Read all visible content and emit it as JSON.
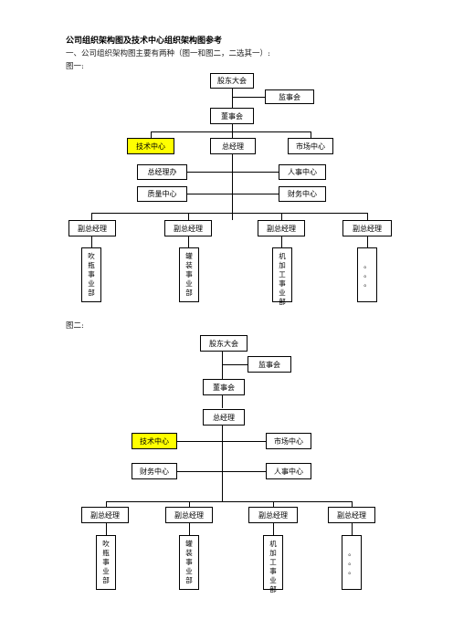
{
  "doc": {
    "title": "公司组织架构图及技术中心组织架构图参考",
    "intro": "一、公司组织架构图主要有两种（图一和图二，二选其一）:",
    "fig1_label": "图一:",
    "fig2_label": "图二:"
  },
  "fig1": {
    "shareholders": "股东大会",
    "supervisors": "监事会",
    "board": "董事会",
    "tech_center": "技术中心",
    "gm": "总经理",
    "market_center": "市场中心",
    "gm_office": "总经理办",
    "hr_center": "人事中心",
    "quality_center": "质量中心",
    "finance_center": "财务中心",
    "vice_gm": [
      "副总经理",
      "副总经理",
      "副总经理",
      "副总经理"
    ],
    "divisions": [
      [
        "吹",
        "瓶",
        "事",
        "业",
        "部"
      ],
      [
        "罐",
        "装",
        "事",
        "业",
        "部"
      ],
      [
        "机",
        "加",
        "工",
        "事",
        "业",
        "部"
      ],
      [
        "。",
        "。",
        "。"
      ]
    ]
  },
  "fig2": {
    "shareholders": "股东大会",
    "supervisors": "监事会",
    "board": "董事会",
    "gm": "总经理",
    "tech_center": "技术中心",
    "market_center": "市场中心",
    "finance_center": "财务中心",
    "hr_center": "人事中心",
    "vice_gm": [
      "副总经理",
      "副总经理",
      "副总经理",
      "副总经理"
    ],
    "divisions": [
      [
        "吹",
        "瓶",
        "事",
        "业",
        "部"
      ],
      [
        "罐",
        "装",
        "事",
        "业",
        "部"
      ],
      [
        "机",
        "加",
        "工",
        "事",
        "业",
        "部"
      ],
      [
        "。",
        "。",
        "。"
      ]
    ]
  }
}
